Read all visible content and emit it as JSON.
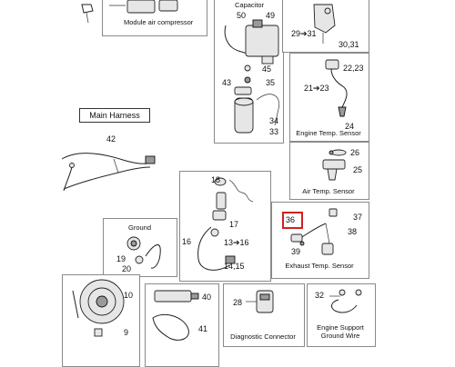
{
  "labels": {
    "module_air_compressor": "Module air compressor",
    "capacitor": "Capacitor",
    "main_harness": "Main Harness",
    "engine_temp_sensor": "Engine Temp. Sensor",
    "air_temp_sensor": "Air Temp. Sensor",
    "ground": "Ground",
    "exhaust_temp_sensor": "Exhaust Temp. Sensor",
    "diagnostic_connector": "Diagnostic Connector",
    "engine_support_ground_wire_line1": "Engine Support",
    "engine_support_ground_wire_line2": "Ground Wire"
  },
  "callouts": {
    "c50": "50",
    "c49": "49",
    "c29_31": "29➔31",
    "c30_31": "30,31",
    "c45": "45",
    "c43": "43",
    "c35": "35",
    "c34": "34",
    "c33": "33",
    "c22_23": "22,23",
    "c21_23": "21➔23",
    "c24": "24",
    "c42": "42",
    "c26": "26",
    "c25": "25",
    "c18": "18",
    "c17": "17",
    "c16": "16",
    "c13_16": "13➔16",
    "c14_15": "14,15",
    "c19": "19",
    "c20": "20",
    "c36": "36",
    "c37": "37",
    "c38": "38",
    "c39": "39",
    "c10": "10",
    "c9": "9",
    "c40": "40",
    "c41": "41",
    "c28": "28",
    "c32": "32"
  },
  "highlight_color": "#d12020"
}
